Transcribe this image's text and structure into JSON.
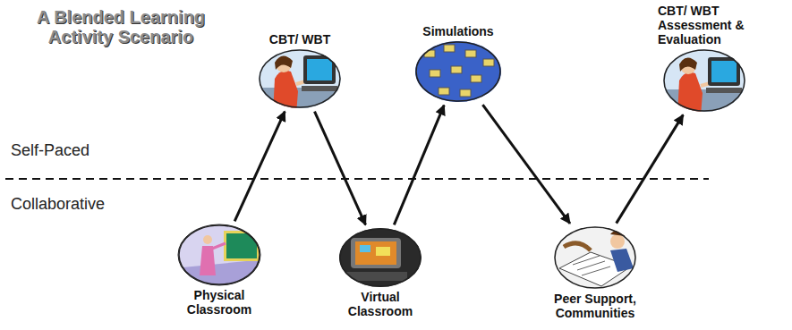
{
  "diagram": {
    "title": "A Blended Learning Activity Scenario",
    "nodes": [
      {
        "text": [
          "Physical Classroom"
        ]
      },
      {
        "text": [
          "CBT/ WBT"
        ]
      },
      {
        "text": [
          "Virtual Classroom"
        ]
      },
      {
        "text": [
          "Simulations"
        ]
      },
      {
        "text": [
          "Peer Support, Communities"
        ]
      },
      {
        "text": [
          "CBT/ WBT Assessment & Evaluation"
        ]
      }
    ],
    "edges": [
      {
        "from": 0,
        "to": 1,
        "arrow": "to"
      },
      {
        "from": 1,
        "to": 2,
        "arrow": "to"
      },
      {
        "from": 2,
        "to": 3,
        "arrow": "to"
      },
      {
        "from": 3,
        "to": 4,
        "arrow": "to"
      },
      {
        "from": 4,
        "to": 5,
        "arrow": "to"
      }
    ],
    "labels": [
      "Self-Paced",
      "Collaborative"
    ]
  }
}
